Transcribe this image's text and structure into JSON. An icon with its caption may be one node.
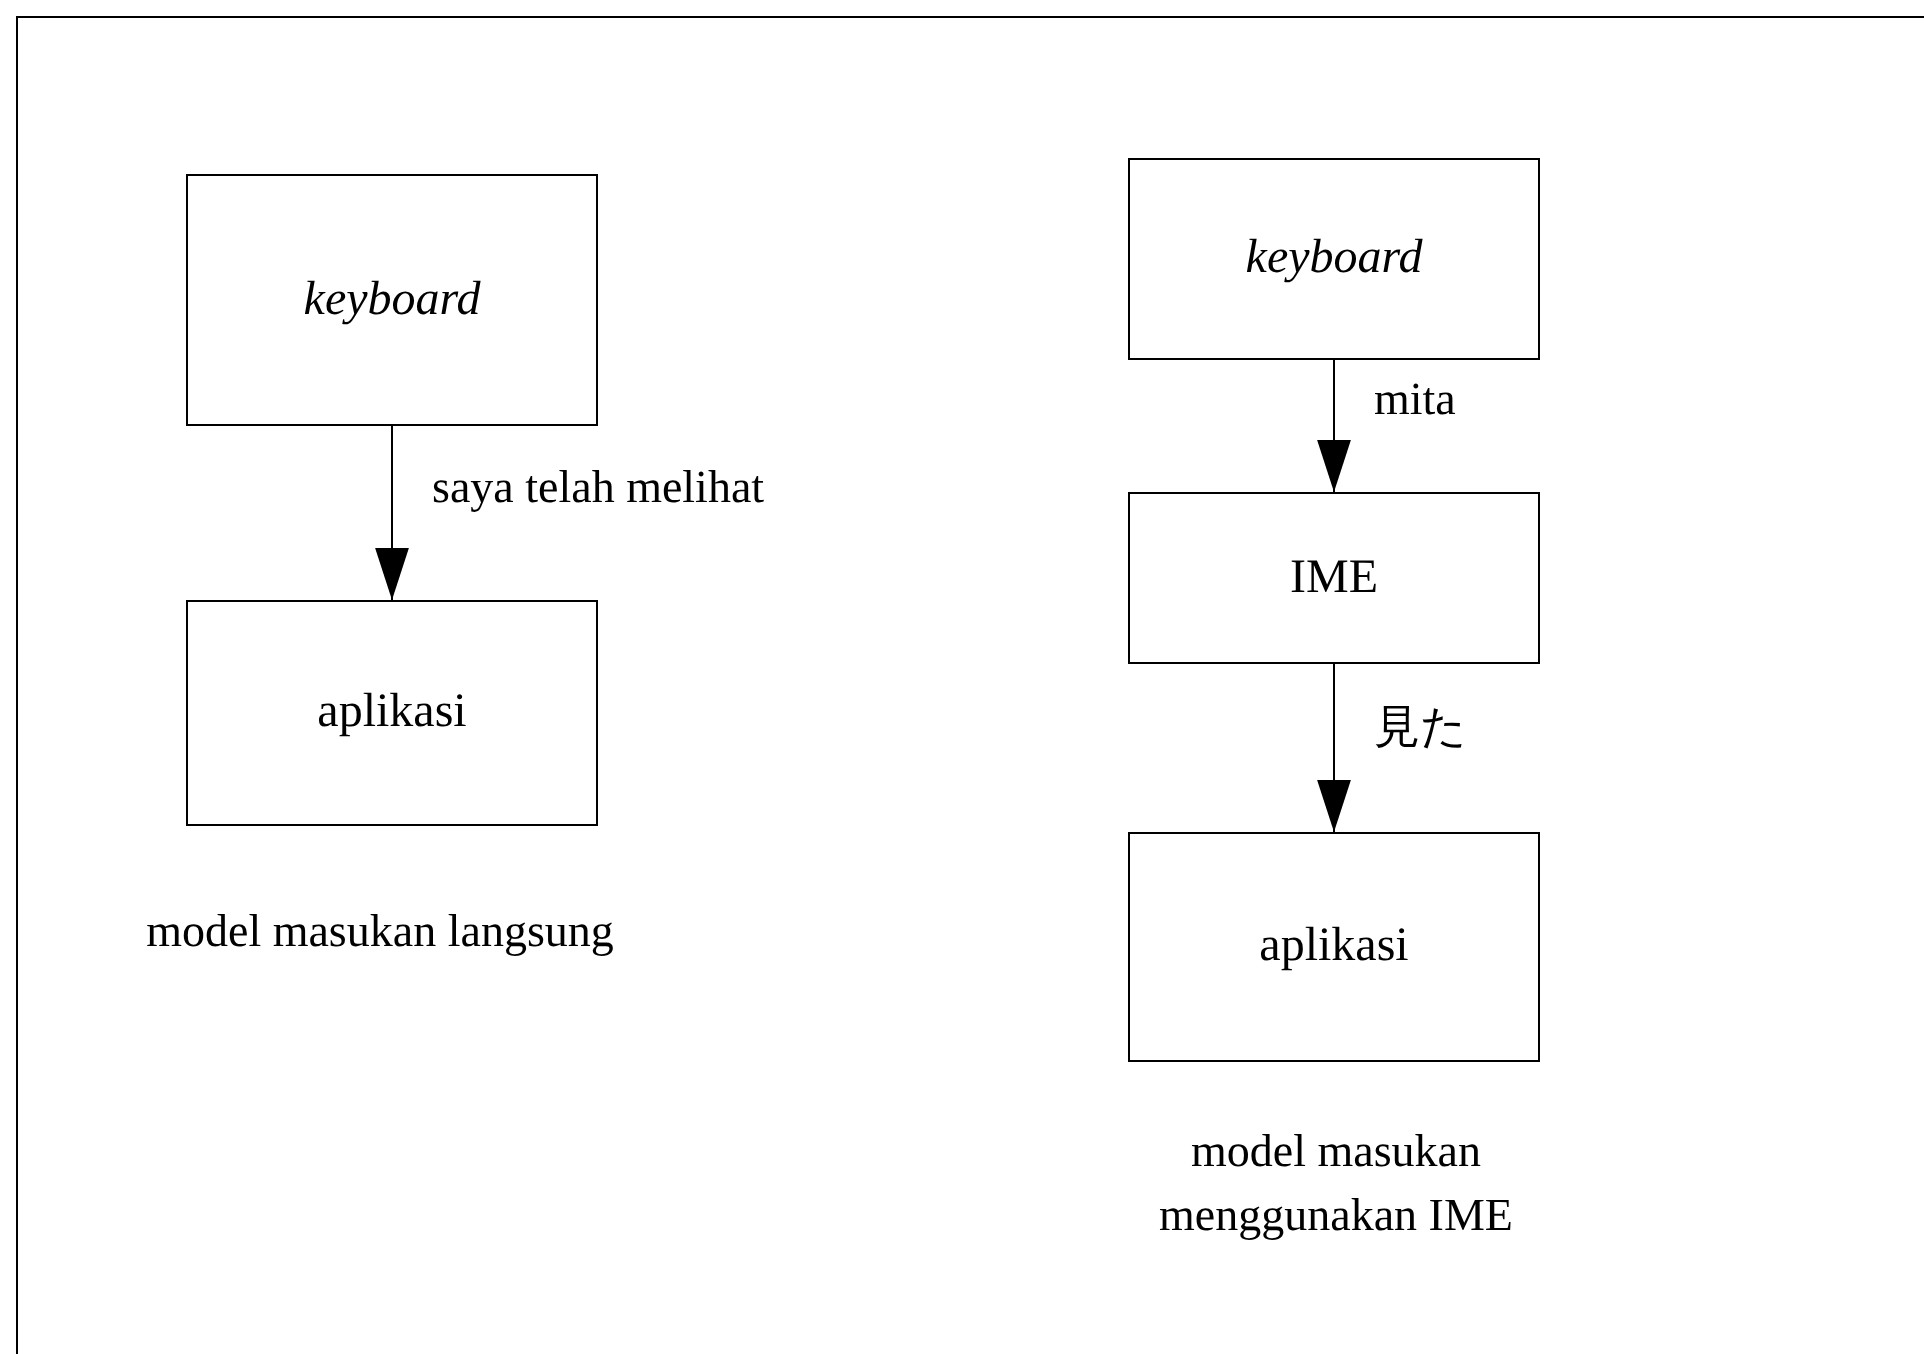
{
  "diagram": {
    "nodes": [
      {
        "text": [
          "keyboard"
        ]
      },
      {
        "text": [
          "aplikasi"
        ]
      },
      {
        "text": [
          "keyboard"
        ]
      },
      {
        "text": [
          "IME"
        ]
      },
      {
        "text": [
          "aplikasi"
        ]
      }
    ],
    "edges": [
      {
        "from": 0,
        "to": 1,
        "arrow": "to",
        "label": "saya telah melihat"
      },
      {
        "from": 2,
        "to": 3,
        "arrow": "to",
        "label": "mita"
      },
      {
        "from": 3,
        "to": 4,
        "arrow": "to",
        "label": "見た"
      }
    ],
    "labels": [
      "model masukan langsung",
      "model masukan menggunakan IME"
    ]
  }
}
